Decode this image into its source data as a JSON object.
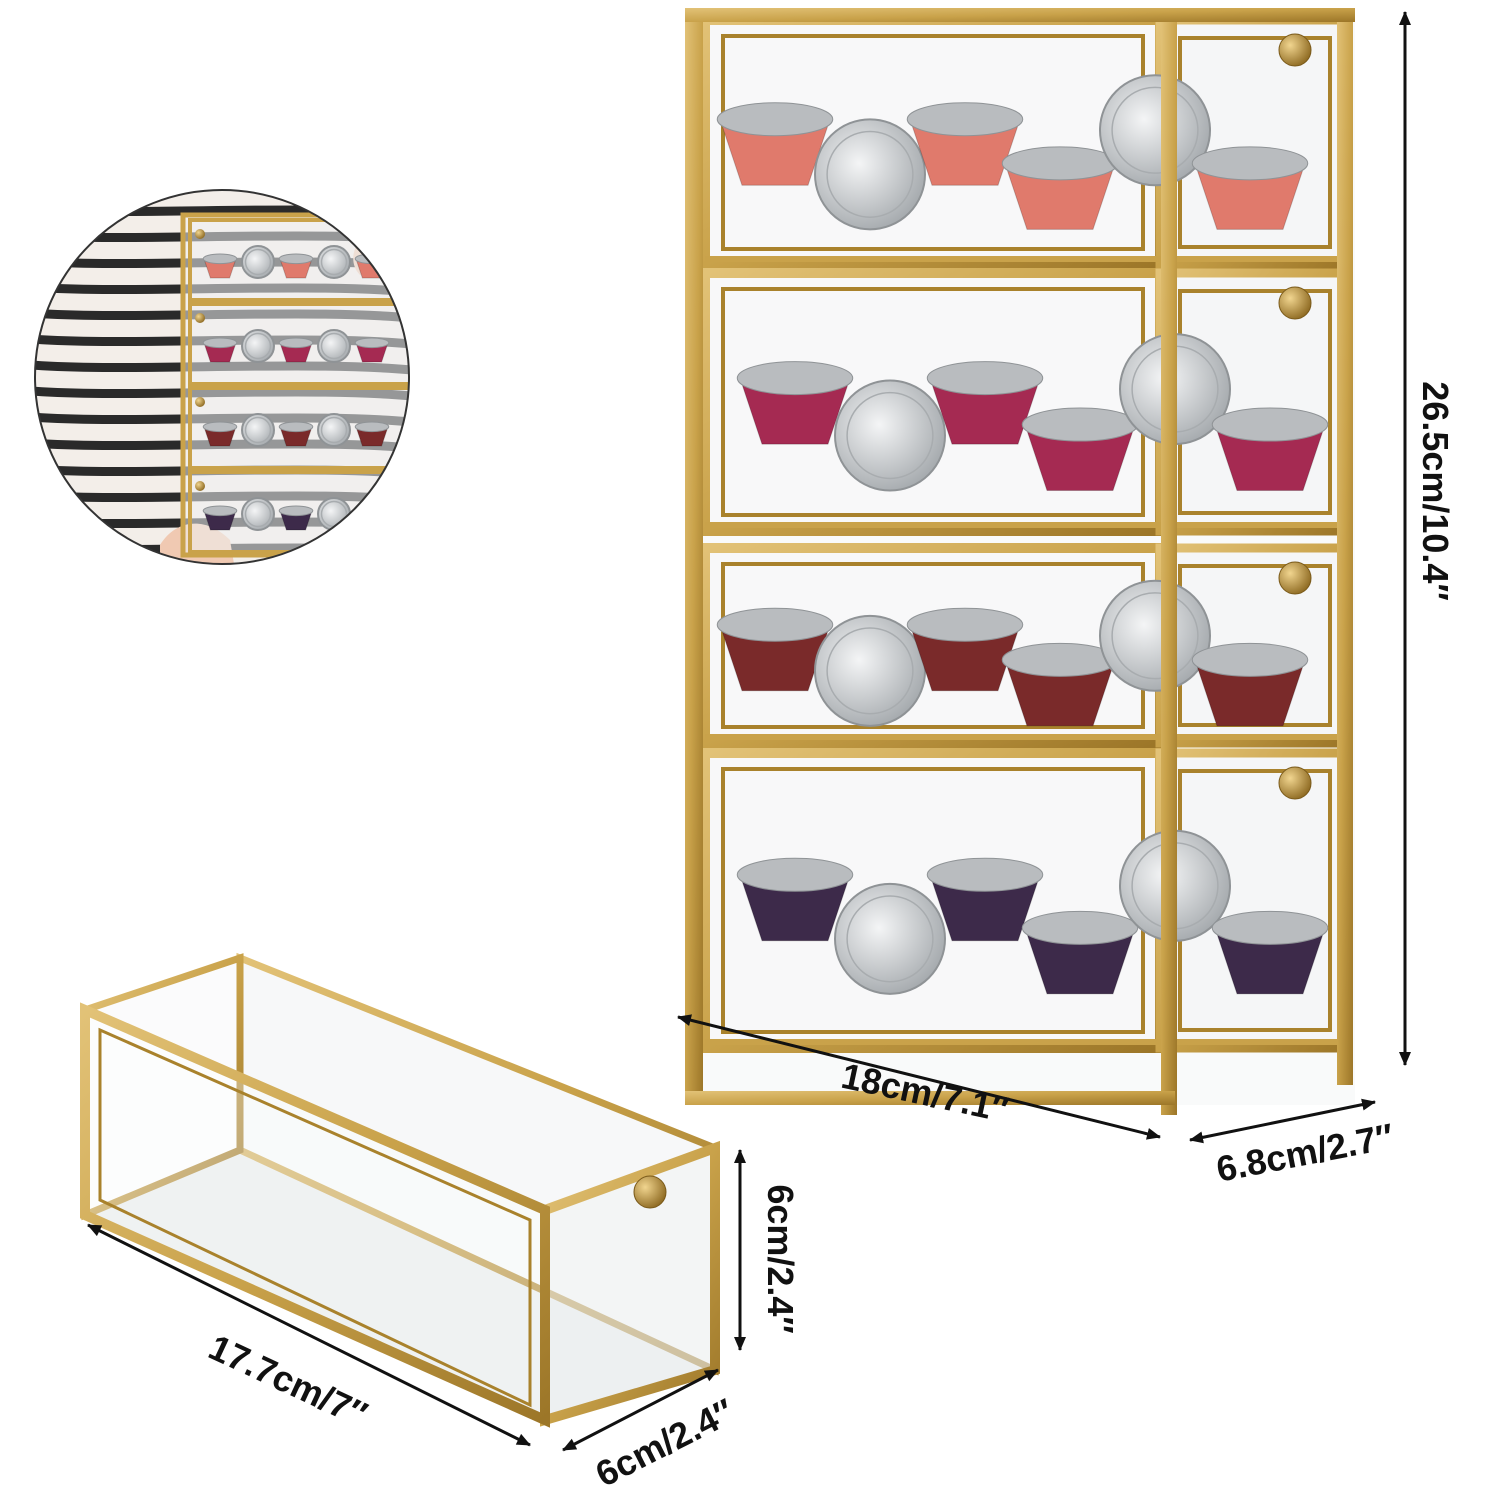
{
  "colors": {
    "gold": "#c9a24a",
    "gold_dark": "#a9822c",
    "glass": "#eef1f2",
    "background": "#ffffff",
    "arrow": "#111111",
    "pod_pink": "#e07a6c",
    "pod_red": "#a52a52",
    "pod_brown": "#7a2a2a",
    "pod_purple": "#3d2a4a",
    "pod_silver": "#c9ccce",
    "shirt_stripe": "#2a2a2a"
  },
  "dimensions": {
    "tower_height": "26.5cm/10.4″",
    "tower_width": "18cm/7.1″",
    "tower_depth": "6.8cm/2.7″",
    "drawer_height": "6cm/2.4″",
    "drawer_width": "17.7cm/7″",
    "drawer_depth": "6cm/2.4″"
  },
  "tower": {
    "drawer_count": 4,
    "knob_icon": "round-knob-icon"
  },
  "inset": {
    "icon": "hand-holding-organizer-icon"
  }
}
